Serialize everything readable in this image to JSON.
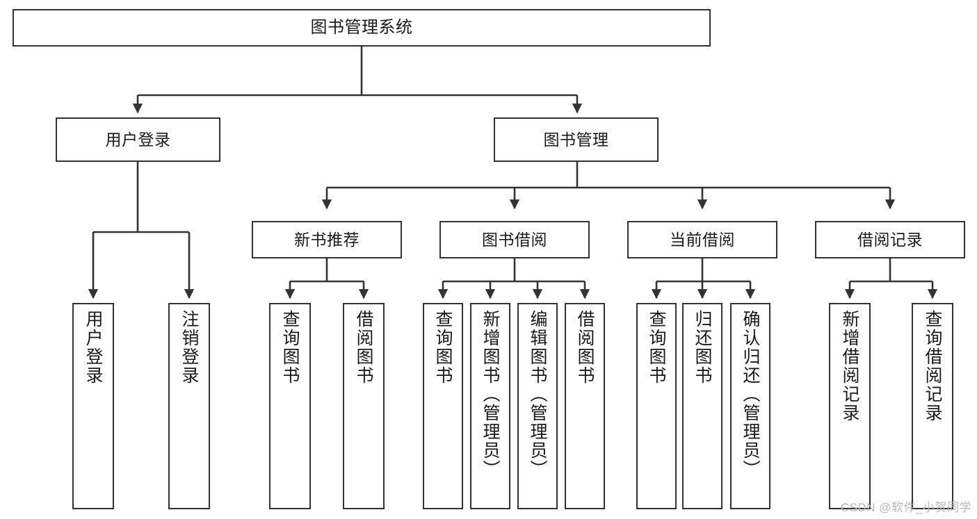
{
  "diagram": {
    "title": "图书管理系统",
    "type": "hierarchy-tree",
    "orientation": "top-down",
    "colors": {
      "box_border": "#333333",
      "box_fill": "#ffffff",
      "connector": "#333333",
      "text": "#1a1a1a",
      "watermark": "#b9b9b9",
      "background": "#ffffff"
    }
  },
  "root": {
    "label": "图书管理系统"
  },
  "level2": [
    {
      "label": "用户登录"
    },
    {
      "label": "图书管理"
    }
  ],
  "level3": [
    {
      "label": "新书推荐"
    },
    {
      "label": "图书借阅"
    },
    {
      "label": "当前借阅"
    },
    {
      "label": "借阅记录"
    }
  ],
  "leaves": {
    "user_login": [
      {
        "label": "用户登录"
      },
      {
        "label": "注销登录"
      }
    ],
    "new_book_recommend": [
      {
        "label": "查询图书"
      },
      {
        "label": "借阅图书"
      }
    ],
    "book_borrow": [
      {
        "label": "查询图书"
      },
      {
        "label": "新增图书（管理员）"
      },
      {
        "label": "编辑图书（管理员）"
      },
      {
        "label": "借阅图书"
      }
    ],
    "current_borrow": [
      {
        "label": "查询图书"
      },
      {
        "label": "归还图书"
      },
      {
        "label": "确认归还（管理员）"
      }
    ],
    "borrow_record": [
      {
        "label": "新增借阅记录"
      },
      {
        "label": "查询借阅记录"
      }
    ]
  },
  "watermark": {
    "text": "CSDN @软件_小贺同学"
  }
}
